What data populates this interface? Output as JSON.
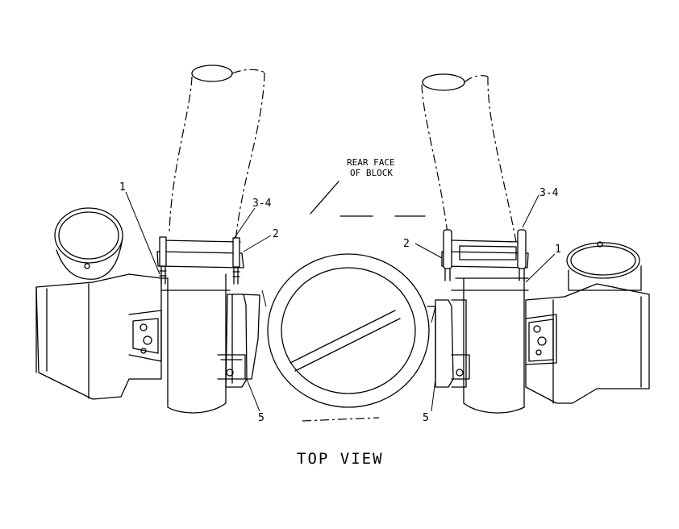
{
  "labels": {
    "rear_face_line1": "REAR FACE",
    "rear_face_line2": "OF BLOCK",
    "view_title": "TOP VIEW",
    "left_callouts": {
      "item_1": "1",
      "item_2": "2",
      "item_3_4": "3-4",
      "item_5": "5"
    },
    "right_callouts": {
      "item_1": "1",
      "item_2": "2",
      "item_3_4": "3-4",
      "item_5": "5"
    }
  }
}
